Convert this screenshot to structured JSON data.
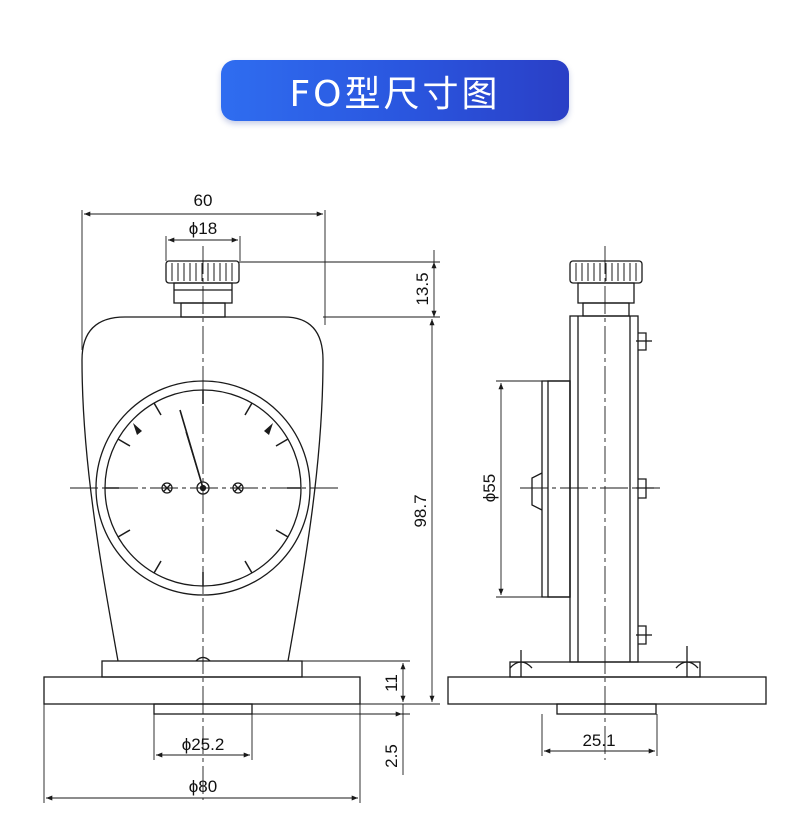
{
  "title": "FO型尺寸图",
  "dimensions": {
    "width_60": "60",
    "dia_18": "ϕ18",
    "height_13_5": "13.5",
    "height_98_7": "98.7",
    "height_11": "11",
    "height_2_5": "2.5",
    "dia_25_2": "ϕ25.2",
    "dia_80": "ϕ80",
    "dia_55": "ϕ55",
    "side_25_1": "25.1"
  },
  "colors": {
    "title_gradient_start": "#2f6df0",
    "title_gradient_end": "#2a3fc6",
    "line": "#1a1a1a"
  }
}
